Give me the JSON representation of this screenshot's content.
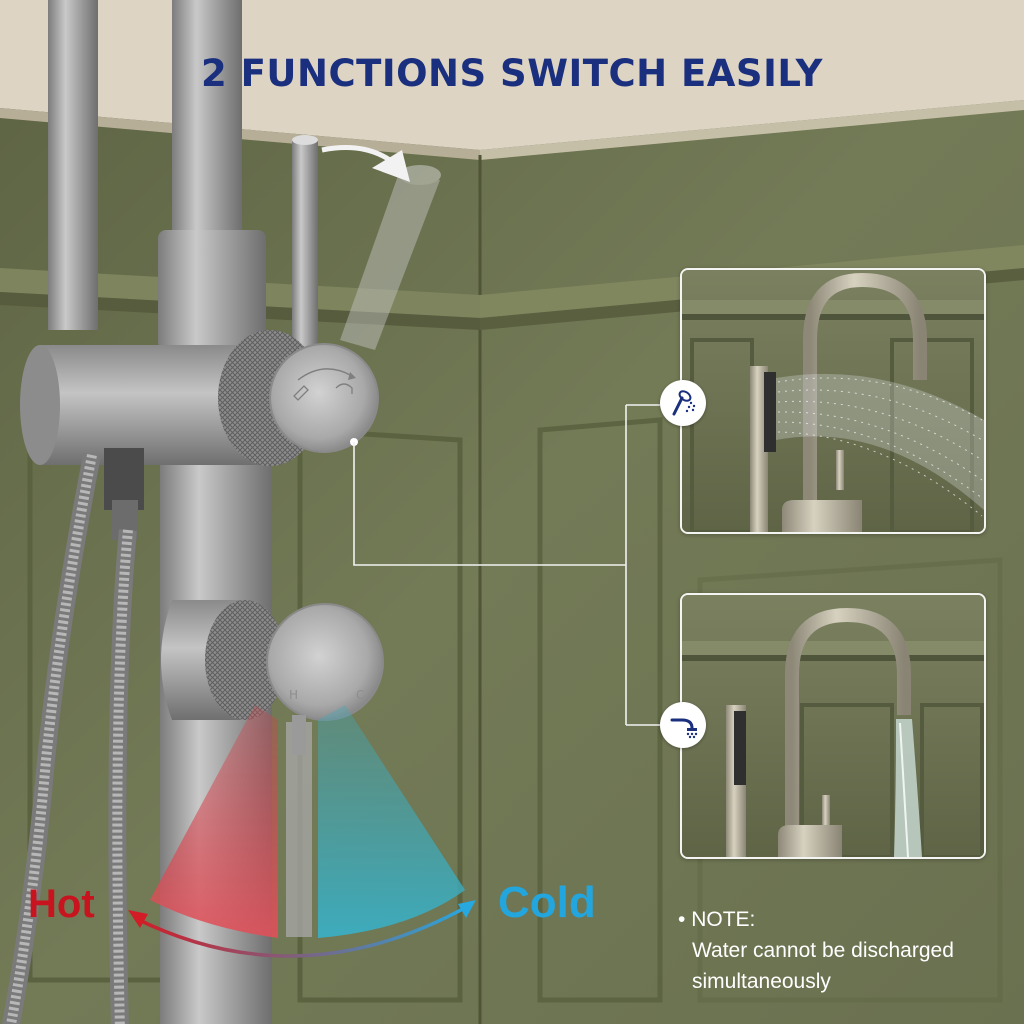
{
  "title": "2 FUNCTIONS SWITCH EASILY",
  "labels": {
    "hot": "Hot",
    "cold": "Cold",
    "h": "H",
    "c": "C"
  },
  "note": {
    "heading": "NOTE:",
    "text": "Water cannot be discharged simultaneously"
  },
  "icons": {
    "top_function": "hand-shower-spray-icon",
    "bottom_function": "faucet-spout-icon"
  },
  "colors": {
    "title": "#1a2f7e",
    "hot": "#c8141e",
    "cold": "#22a6dd",
    "wall": "#6f7654",
    "ceiling": "#ddd4c4",
    "metal": "#a4a4a4"
  }
}
